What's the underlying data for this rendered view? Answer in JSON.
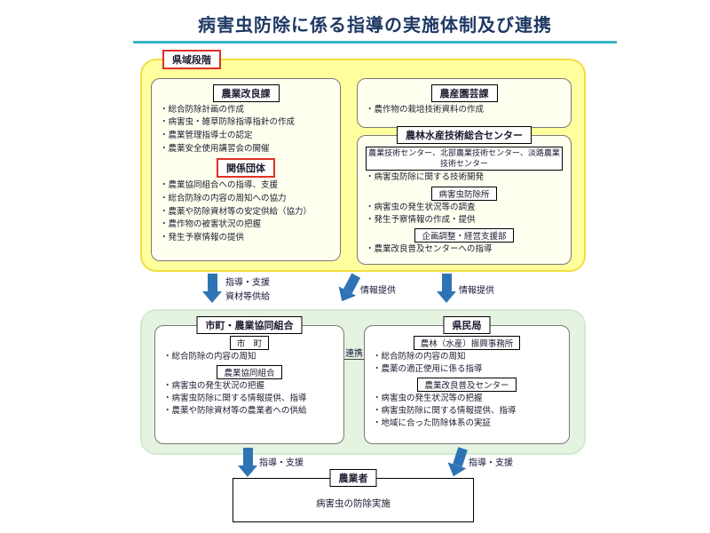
{
  "title": "病害虫防除に係る指導の実施体制及び連携",
  "colors": {
    "title_navy": "#1f3864",
    "underline_teal": "#38b6c6",
    "arrow_blue": "#2e74b5",
    "stage_yellow": "#ffff9e",
    "stage_green": "#e5f3e1",
    "red_tag_border": "#e03025"
  },
  "prefecture_stage": {
    "tag": "県域段階",
    "agri_improvement_division": {
      "label": "農業改良課",
      "items": [
        "・総合防除計画の作成",
        "・病害虫・雑草防除指導指針の作成",
        "・農業管理指導士の認定",
        "・農薬安全使用講習会の開催"
      ]
    },
    "related_organizations": {
      "label": "関係団体",
      "items": [
        "・農業協同組合への指導、支援",
        "・総合防除の内容の周知への協力",
        "・農薬や防除資材等の安定供給（協力）",
        "・農作物の被害状況の把握",
        "・発生予察情報の提供"
      ]
    },
    "agri_horticulture_division": {
      "label": "農産園芸課",
      "items": [
        "・農作物の栽培技術資料の作成"
      ]
    },
    "tech_center": {
      "label": "農林水産技術総合センター",
      "centers_box": "農業技術センター、北部農業技術センター、淡路農業技術センター",
      "items_1": [
        "・病害虫防除に関する技術開発"
      ],
      "pest_control_office": "病害虫防除所",
      "items_2": [
        "・病害虫の発生状況等の調査",
        "・発生予察情報の作成・提供"
      ],
      "planning_dept": "企画調整・経営支援部",
      "items_3": [
        "・農業改良普及センターへの指導"
      ]
    }
  },
  "flows": {
    "left": {
      "line1": "指導・支援",
      "line2": "資材等供給"
    },
    "middle": "情報提供",
    "right": "情報提供",
    "link": "連携",
    "bottom_left": "指導・支援",
    "bottom_right": "指導・支援"
  },
  "municipal_stage": {
    "city_ja": {
      "label": "市町・農業協同組合",
      "city": {
        "label": "市　町",
        "items": [
          "・総合防除の内容の周知"
        ]
      },
      "ja": {
        "label": "農業協同組合",
        "items": [
          "・病害虫の発生状況の把握",
          "・病害虫防除に関する情報提供、指導",
          "・農薬や防除資材等の農業者への供給"
        ]
      }
    },
    "kenmin_bureau": {
      "label": "県民局",
      "promotion_office": {
        "label": "農林（水産）振興事務所",
        "items": [
          "・総合防除の内容の周知",
          "・農薬の適正使用に係る指導"
        ]
      },
      "extension_center": {
        "label": "農業改良普及センター",
        "items": [
          "・病害虫の発生状況等の把握",
          "・病害虫防除に関する情報提供、指導",
          "・地域に合った防除体系の実証"
        ]
      }
    }
  },
  "farmer": {
    "label": "農業者",
    "content": "病害虫の防除実施"
  }
}
